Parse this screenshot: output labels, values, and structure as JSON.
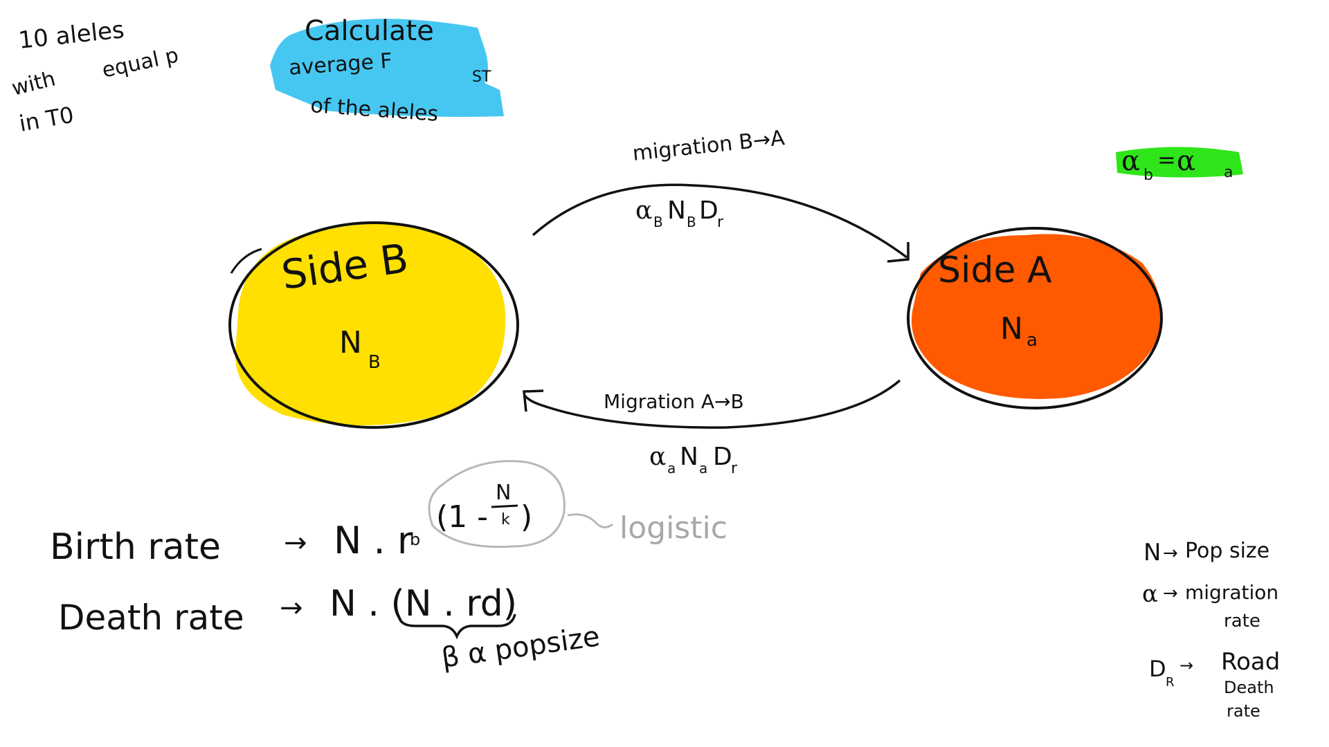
{
  "notes": {
    "alleles_line1": "10 aleles",
    "alleles_line2": "with",
    "alleles_line2b": "equal p",
    "alleles_line3": "in T0",
    "calc_line1": "Calculate",
    "calc_line2": "average F",
    "calc_sub": "ST",
    "calc_line3": "of the aleles",
    "alpha_equal_main": "α",
    "alpha_equal_sub_b": "b",
    "alpha_equal_eq": "=",
    "alpha_equal_sub_a": "a"
  },
  "populations": {
    "side_b": {
      "label": "Side B",
      "size_main": "N",
      "size_sub": "B"
    },
    "side_a": {
      "label": "Side A",
      "size_main": "N",
      "size_sub": "a"
    }
  },
  "migration": {
    "b_to_a_label": "migration B→A",
    "b_to_a_formula_a": "α",
    "b_to_a_formula_sub1": "B",
    "b_to_a_formula_n": "N",
    "b_to_a_formula_sub2": "B",
    "b_to_a_formula_d": "D",
    "b_to_a_formula_sub3": "r",
    "a_to_b_label": "Migration A→B",
    "a_to_b_formula_a": "α",
    "a_to_b_formula_sub1": "a",
    "a_to_b_formula_n": "N",
    "a_to_b_formula_sub2": "a",
    "a_to_b_formula_d": "D",
    "a_to_b_formula_sub3": "r"
  },
  "rates": {
    "birth_label": "Birth rate",
    "birth_arrow": "→",
    "birth_formula": "N . r",
    "birth_sub": "b",
    "logistic_open": "(1 -",
    "logistic_num": "N",
    "logistic_den": "k",
    "logistic_close": ")",
    "logistic_label": "logistic",
    "death_label": "Death rate",
    "death_arrow": "→",
    "death_formula": "N . (N . rd)",
    "death_note": "β α popsize"
  },
  "legend": {
    "n_key": "N",
    "n_arrow": "→",
    "n_value": "Pop size",
    "alpha_key": "α",
    "alpha_arrow": "→",
    "alpha_value_line1": "migration",
    "alpha_value_line2": "rate",
    "d_key": "D",
    "d_key_sub": "R",
    "d_arrow": "→",
    "d_value_line1": "Road",
    "d_value_line2": "Death",
    "d_value_line3": "rate"
  },
  "colors": {
    "side_b_fill": "#ffe000",
    "side_a_fill": "#ff5a00",
    "calc_highlight": "#3cc4f0",
    "alpha_highlight": "#2ee61a",
    "ink": "#111111",
    "pencil_gray": "#a8a8a8"
  }
}
